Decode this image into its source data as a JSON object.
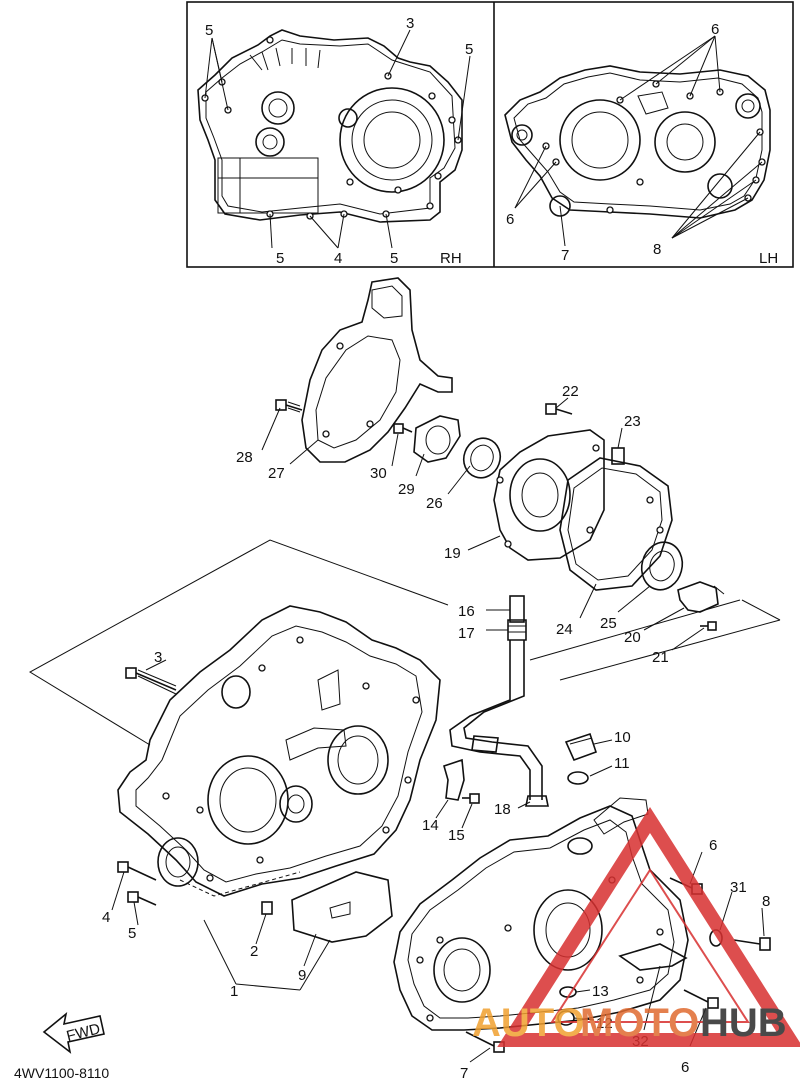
{
  "inset": {
    "rh_label": "RH",
    "lh_label": "LH",
    "rh_callouts": [
      "5",
      "3",
      "5",
      "5",
      "4",
      "5"
    ],
    "lh_callouts": [
      "6",
      "6",
      "7",
      "8"
    ]
  },
  "callouts": [
    {
      "id": "c1",
      "text": "1"
    },
    {
      "id": "c2",
      "text": "2"
    },
    {
      "id": "c3",
      "text": "3"
    },
    {
      "id": "c4",
      "text": "4"
    },
    {
      "id": "c5",
      "text": "5"
    },
    {
      "id": "c6a",
      "text": "6"
    },
    {
      "id": "c6b",
      "text": "6"
    },
    {
      "id": "c7",
      "text": "7"
    },
    {
      "id": "c8",
      "text": "8"
    },
    {
      "id": "c9",
      "text": "9"
    },
    {
      "id": "c10",
      "text": "10"
    },
    {
      "id": "c11",
      "text": "11"
    },
    {
      "id": "c12",
      "text": "12"
    },
    {
      "id": "c13",
      "text": "13"
    },
    {
      "id": "c14",
      "text": "14"
    },
    {
      "id": "c15",
      "text": "15"
    },
    {
      "id": "c16",
      "text": "16"
    },
    {
      "id": "c17",
      "text": "17"
    },
    {
      "id": "c18",
      "text": "18"
    },
    {
      "id": "c19",
      "text": "19"
    },
    {
      "id": "c20",
      "text": "20"
    },
    {
      "id": "c21",
      "text": "21"
    },
    {
      "id": "c22",
      "text": "22"
    },
    {
      "id": "c23",
      "text": "23"
    },
    {
      "id": "c24",
      "text": "24"
    },
    {
      "id": "c25",
      "text": "25"
    },
    {
      "id": "c26",
      "text": "26"
    },
    {
      "id": "c27",
      "text": "27"
    },
    {
      "id": "c28",
      "text": "28"
    },
    {
      "id": "c29",
      "text": "29"
    },
    {
      "id": "c30",
      "text": "30"
    },
    {
      "id": "c31",
      "text": "31"
    },
    {
      "id": "c32",
      "text": "32"
    }
  ],
  "fwd_label": "FWD",
  "diagram_code": "4WV1100-8110",
  "watermark": {
    "text_left": "AUTO",
    "text_mid": "MOTO",
    "text_right": "HUB",
    "color_orange": "#f0a030",
    "color_red": "#d83030",
    "color_dark": "#2a2a2a"
  }
}
